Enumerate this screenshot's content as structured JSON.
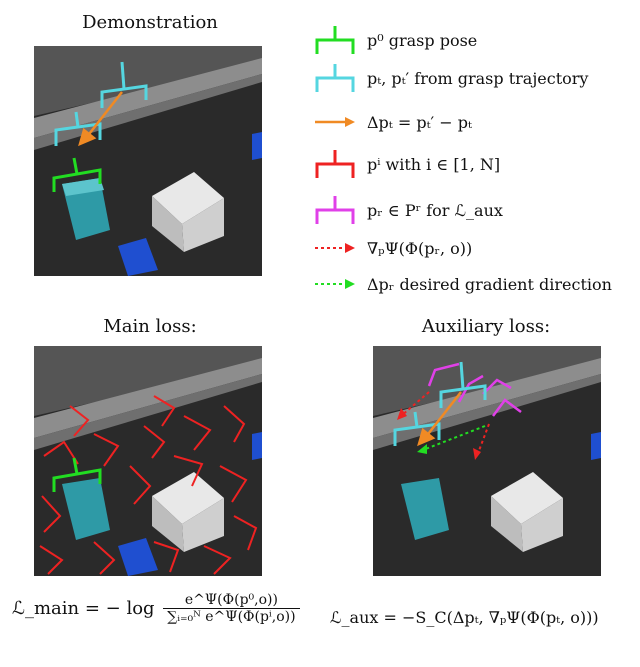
{
  "titles": {
    "demonstration": "Demonstration",
    "main_loss": "Main loss:",
    "aux_loss": "Auxiliary loss:"
  },
  "legend": [
    {
      "symbol": "green-grasp-icon",
      "color": "#22dd22",
      "text": "p⁰ grasp pose"
    },
    {
      "symbol": "cyan-grasp-icon",
      "color": "#55d6e0",
      "text": "pₜ, pₜ′ from grasp trajectory"
    },
    {
      "symbol": "orange-arrow-icon",
      "color": "#f08a24",
      "text": "Δpₜ = pₜ′ − pₜ"
    },
    {
      "symbol": "red-grasp-icon",
      "color": "#ee2222",
      "text": "pⁱ with i ∈ [1, N]"
    },
    {
      "symbol": "magenta-grasp-icon",
      "color": "#e040e8",
      "text": "pᵣ ∈ Pʳ for ℒ_aux"
    },
    {
      "symbol": "red-dotted-arrow-icon",
      "color": "#ee2222",
      "text": "∇ₚΨ(Φ(pᵣ, o))"
    },
    {
      "symbol": "green-dotted-arrow-icon",
      "color": "#22dd22",
      "text": "Δpᵣ desired gradient direction"
    }
  ],
  "formulas": {
    "main_lhs": "ℒ_main = − log",
    "main_num": "e^Ψ(Φ(p⁰,o))",
    "main_den": "∑ᵢ₌₀ᴺ e^Ψ(Φ(pⁱ,o))",
    "aux": "ℒ_aux = −S_C(Δpₜ, ∇ₚΨ(Φ(pₜ, o)))"
  }
}
